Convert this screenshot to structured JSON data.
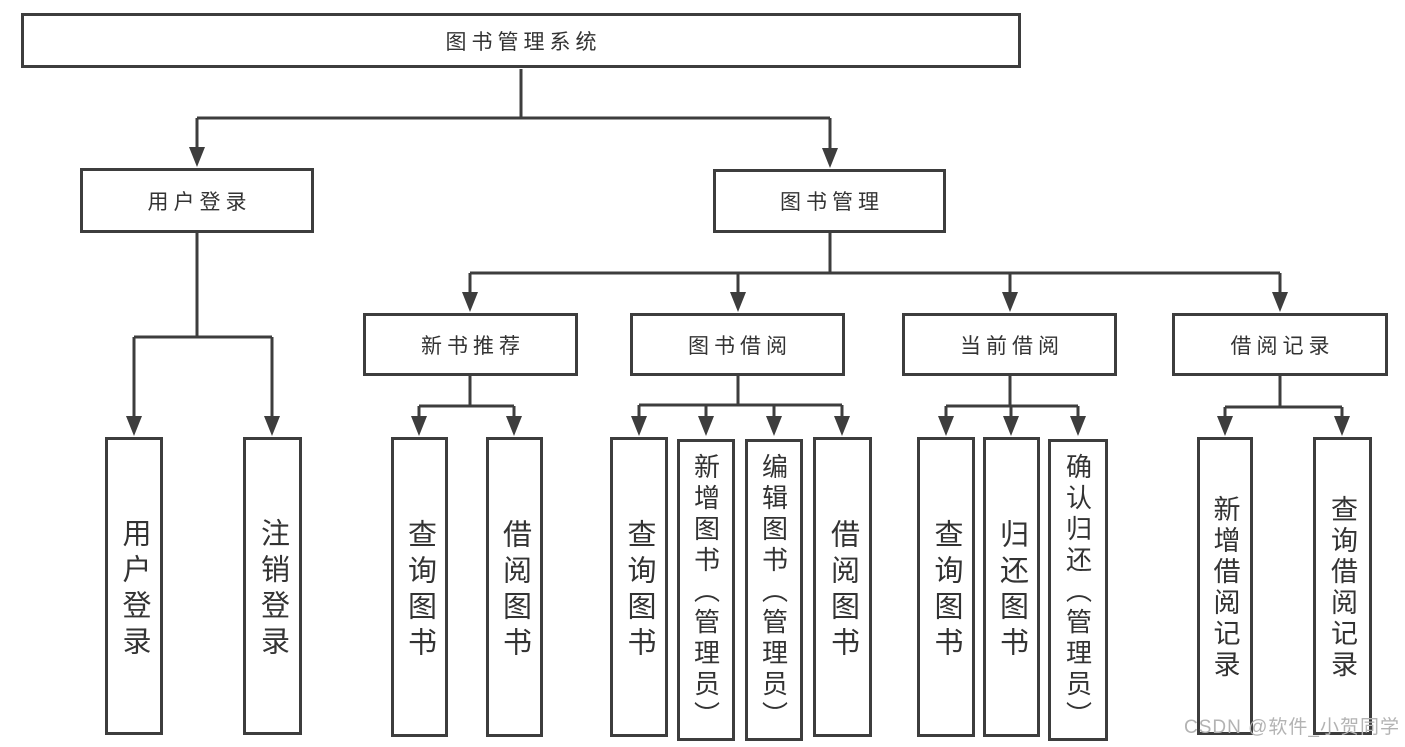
{
  "diagram": {
    "title": "图书管理系统",
    "type": "hierarchy-tree",
    "colors": {
      "line": "#3d3d3d",
      "text": "#333333",
      "watermark": "#b3b3b3",
      "background": "#ffffff"
    },
    "nodes": {
      "root": "图书管理系统",
      "user_login": "用户登录",
      "book_mgmt": "图书管理",
      "user_login_leaf": "用户登录",
      "logout_leaf": "注销登录",
      "new_book_rec": "新书推荐",
      "book_borrow": "图书借阅",
      "current_borrow": "当前借阅",
      "borrow_records": "借阅记录",
      "nbr_query": "查询图书",
      "nbr_borrow": "借阅图书",
      "bb_query": "查询图书",
      "bb_add": "新增图书（管理员）",
      "bb_edit": "编辑图书（管理员）",
      "bb_borrow": "借阅图书",
      "cb_query": "查询图书",
      "cb_return": "归还图书",
      "cb_confirm": "确认归还（管理员）",
      "br_add": "新增借阅记录",
      "br_query": "查询借阅记录"
    },
    "hierarchy": {
      "root": [
        "user_login",
        "book_mgmt"
      ],
      "user_login": [
        "user_login_leaf",
        "logout_leaf"
      ],
      "book_mgmt": [
        "new_book_rec",
        "book_borrow",
        "current_borrow",
        "borrow_records"
      ],
      "new_book_rec": [
        "nbr_query",
        "nbr_borrow"
      ],
      "book_borrow": [
        "bb_query",
        "bb_add",
        "bb_edit",
        "bb_borrow"
      ],
      "current_borrow": [
        "cb_query",
        "cb_return",
        "cb_confirm"
      ],
      "borrow_records": [
        "br_add",
        "br_query"
      ]
    },
    "watermark": "CSDN @软件_小贺同学"
  }
}
